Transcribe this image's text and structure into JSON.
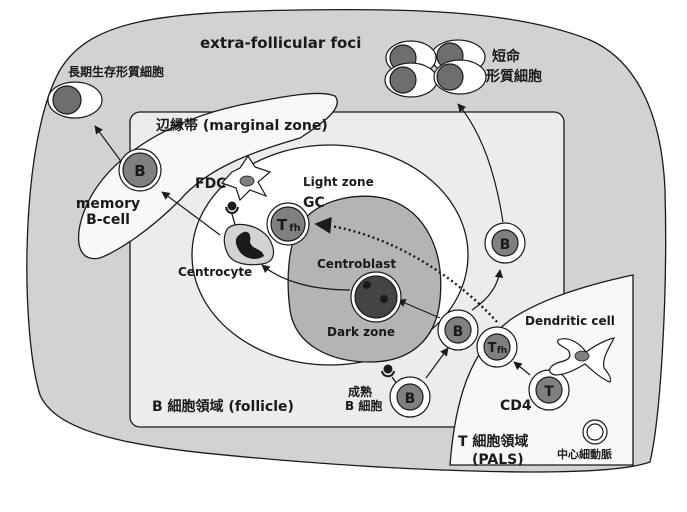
{
  "colors": {
    "outer_region": "#d2d2d2",
    "follicle_region": "#ececec",
    "white": "#ffffff",
    "dark_zone": "#b4b4b4",
    "nucleus": "#6e6e6e",
    "centroblast_nucleus": "#444444",
    "stroke": "#1a1a1a"
  },
  "regions": {
    "extra_follicular": "extra-follicular foci",
    "marginal_zone": "辺縁帯 (marginal zone)",
    "follicle": "B 細胞領域 (follicle)",
    "t_zone_line1": "T 細胞領域",
    "t_zone_line2": "(PALS)",
    "light_zone": "Light zone",
    "dark_zone": "Dark zone",
    "gc": "GC"
  },
  "labels": {
    "long_lived_plasma": "長期生存形質細胞",
    "short_lived_plasma_line1": "短命",
    "short_lived_plasma_line2": "形質細胞",
    "memory_line1": "memory",
    "memory_line2": "B-cell",
    "fdc": "FDC",
    "centrocyte": "Centrocyte",
    "centroblast": "Centroblast",
    "mature_b_line1": "成熟",
    "mature_b_line2": "B 細胞",
    "dendritic_cell": "Dendritic cell",
    "cd4": "CD4",
    "central_arteriole": "中心細動脈"
  },
  "cells": {
    "b": "B",
    "t": "T",
    "tfh_main": "T",
    "tfh_sub": "fh"
  }
}
